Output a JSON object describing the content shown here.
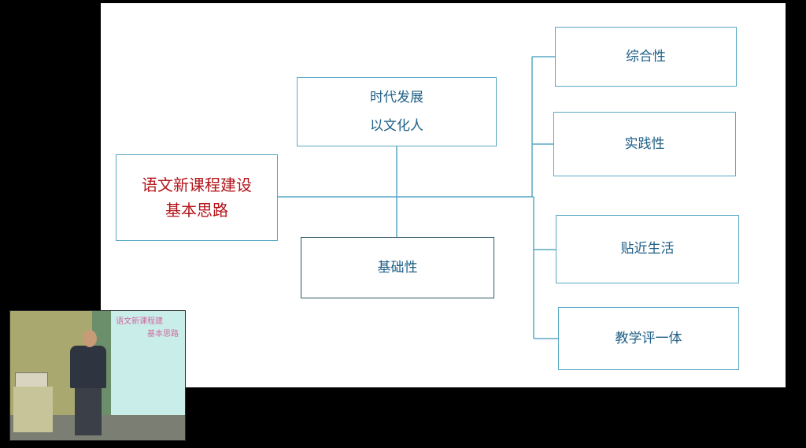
{
  "diagram": {
    "main_node": {
      "line1": "语文新课程建设",
      "line2": "基本思路"
    },
    "top_node": {
      "line1": "时代发展",
      "line2": "以文化人"
    },
    "bottom_node": {
      "label": "基础性"
    },
    "right_nodes": [
      {
        "label": "综合性"
      },
      {
        "label": "实践性"
      },
      {
        "label": "贴近生活"
      },
      {
        "label": "教学评一体"
      }
    ]
  },
  "camera_inset": {
    "screen_text_line1": "语文新课程建",
    "screen_text_line2": "基本思路"
  }
}
